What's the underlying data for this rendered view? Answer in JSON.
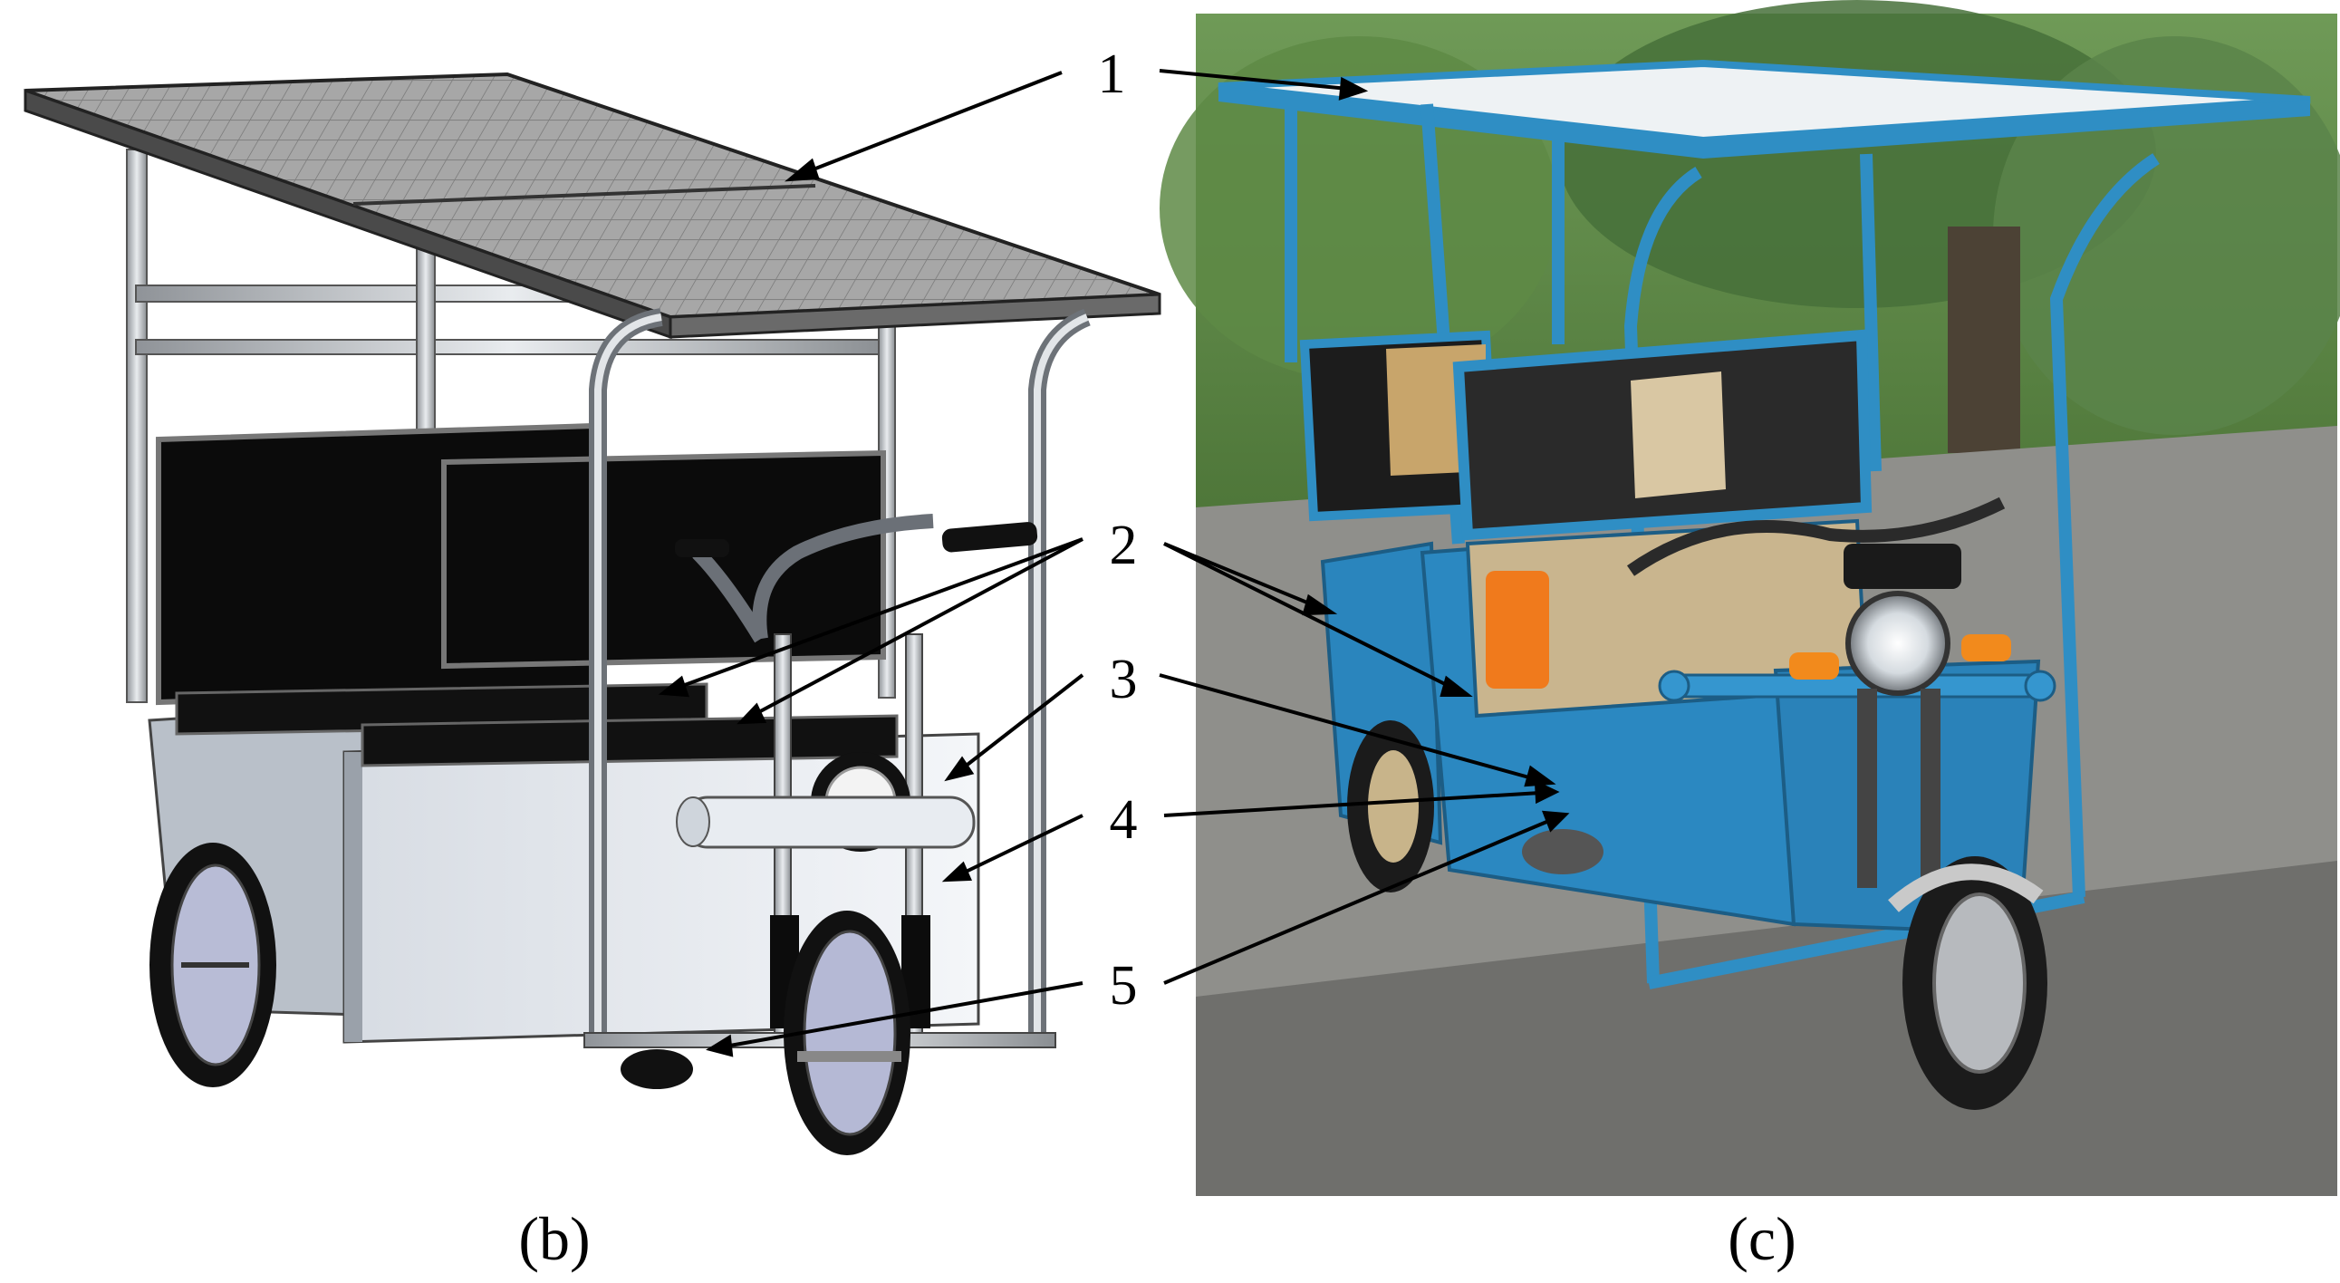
{
  "panels": {
    "left": {
      "caption": "(b)"
    },
    "right": {
      "caption": "(c)"
    }
  },
  "callouts": [
    "1",
    "2",
    "3",
    "4",
    "5"
  ],
  "colors": {
    "frame_blue": "#2f8ec4",
    "body_blue": "#2b88c1",
    "solar_grey": "#9c9c9c",
    "seat_black": "#0b0b0b",
    "accent_orange": "#f07a1c",
    "foliage_green": "#4f7a3a",
    "road_grey": "#8e8e8a"
  }
}
